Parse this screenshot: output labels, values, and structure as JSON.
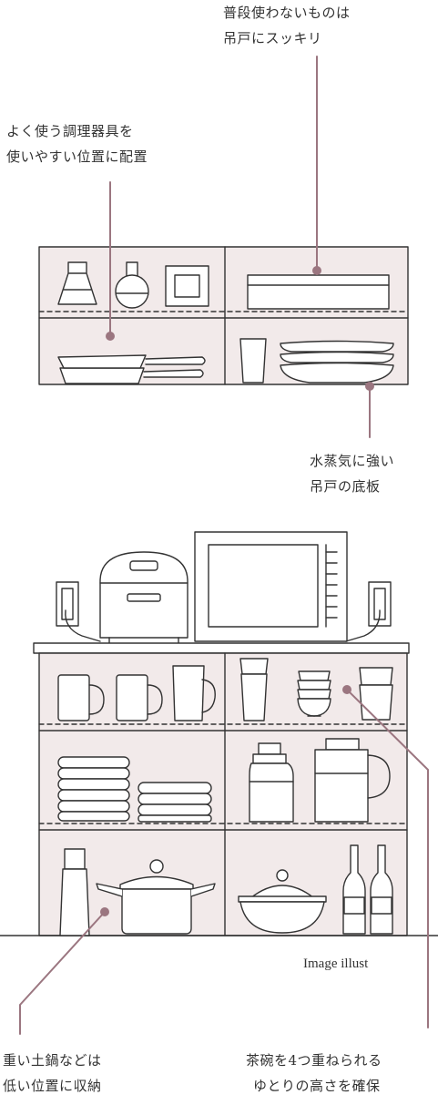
{
  "colors": {
    "cabinet_fill": "#f2eaea",
    "line": "#333333",
    "leader": "#9b7680"
  },
  "annotations": {
    "hanging_storage": {
      "lines": [
        "普段使わないものは",
        "吊戸にスッキリ"
      ]
    },
    "easy_access": {
      "lines": [
        "よく使う調理器具を",
        "使いやすい位置に配置"
      ]
    },
    "steam_bottom": {
      "lines": [
        "水蒸気に強い",
        "吊戸の底板"
      ]
    },
    "heavy_low": {
      "lines": [
        "重い土鍋などは",
        "低い位置に収納"
      ]
    },
    "bowl_height": {
      "lines": [
        "茶碗を4つ重ねられる",
        "ゆとりの高さを確保"
      ]
    }
  },
  "caption": "Image illust"
}
